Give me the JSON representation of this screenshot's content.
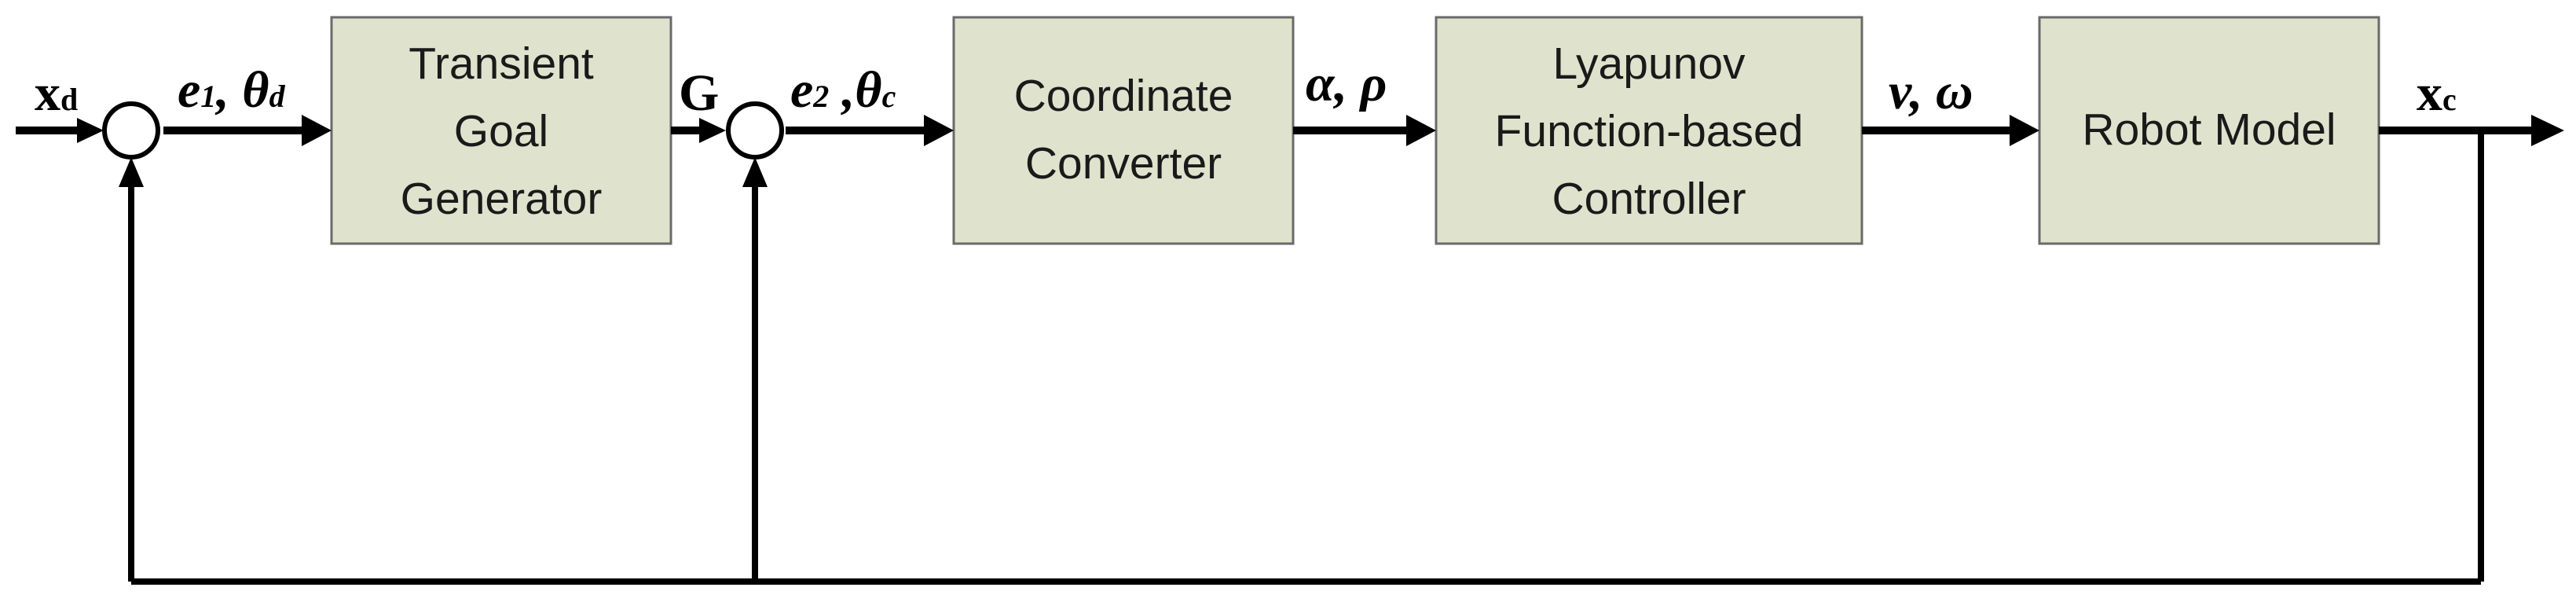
{
  "blocks": [
    {
      "id": "transient-goal-generator",
      "lines": [
        "Transient",
        "Goal",
        "Generator"
      ]
    },
    {
      "id": "coordinate-converter",
      "lines": [
        "Coordinate",
        "Converter"
      ]
    },
    {
      "id": "lyapunov-controller",
      "lines": [
        "Lyapunov",
        "Function-based",
        "Controller"
      ]
    },
    {
      "id": "robot-model",
      "lines": [
        "Robot Model"
      ]
    }
  ],
  "signals": {
    "input": {
      "main": "x",
      "sub": "d"
    },
    "error1": {
      "main1": "e",
      "sub1": "1",
      "sep": ", ",
      "main2": "θ",
      "sub2": "d"
    },
    "goal": {
      "main": "G"
    },
    "error2": {
      "main1": "e",
      "sub1": "2",
      "sep": " ,",
      "main2": "θ",
      "sub2": "c"
    },
    "polar": {
      "text": "α, ρ"
    },
    "velocity": {
      "text": "v, ω"
    },
    "output": {
      "main": "x",
      "sub": "c"
    }
  },
  "colors": {
    "block_fill": "#dfe3cd",
    "block_stroke": "#6a6a6a",
    "wire": "#000000"
  }
}
